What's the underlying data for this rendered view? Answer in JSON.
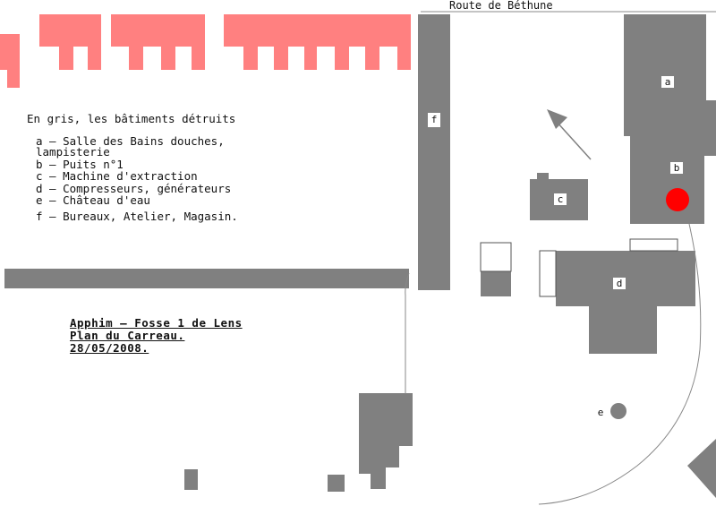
{
  "road_label": "Route de Béthune",
  "legend": {
    "heading": "En gris, les bâtiments détruits",
    "items": [
      "a – Salle des Bains douches,",
      "lampisterie",
      "b – Puits n°1",
      "c – Machine d'extraction",
      "d – Compresseurs, générateurs",
      "e – Château d'eau",
      "f – Bureaux, Atelier, Magasin."
    ]
  },
  "title_block": {
    "line1": "Apphim – Fosse 1 de Lens",
    "line2": "Plan du Carreau.",
    "line3": "28/05/2008."
  },
  "building_labels": {
    "a": "a",
    "b": "b",
    "c": "c",
    "d": "d",
    "e": "e",
    "f": "f"
  },
  "colors": {
    "destroyed": "#808080",
    "existing": "#ff8080",
    "shaft": "#ff0000",
    "line": "#888888"
  }
}
